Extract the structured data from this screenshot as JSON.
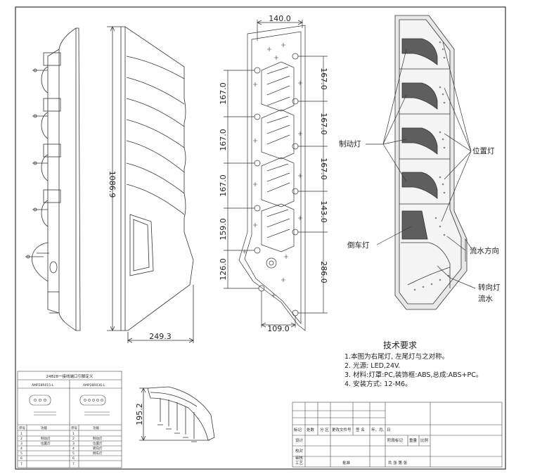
{
  "dimensions": {
    "total_height": "1086.9",
    "base_width": "249.3",
    "top_width": "140.0",
    "bottom_width": "109.0",
    "pitch": "167.0",
    "left_pitch_1": "167.0",
    "left_pitch_2": "167.0",
    "left_pitch_3": "167.0",
    "left_lower_1": "159.0",
    "left_lower_2": "126.0",
    "right_pitch_1": "167.0",
    "right_pitch_2": "167.0",
    "right_pitch_3": "167.0",
    "right_lower_1": "143.0",
    "right_lower_2": "286.0",
    "side_height": "195.2"
  },
  "callouts": {
    "brake": "制动灯",
    "position": "位置灯",
    "reverse": "倒车灯",
    "flow_direction": "流水方向",
    "turn_line1": "转向灯",
    "turn_line2": "流水"
  },
  "requirements": {
    "title": "技术要求",
    "items": [
      "1.本图为右尾灯, 左尾灯与之对称。",
      "2. 光源: LED,24V.",
      "3. 材料:灯罩:PC,装饰框:ABS,总成:ABS+PC。",
      "4. 安装方式: 12-M6。"
    ]
  },
  "connector_table": {
    "title": "24828一接线端口引脚定义",
    "left_part": "AMP28R015-L",
    "right_part": "AMP28R036-L",
    "header_no": "序号",
    "header_func": "功能",
    "left_rows": [
      "1",
      "2",
      "3",
      "4",
      "5",
      "6",
      "7"
    ],
    "left_funcs": [
      "",
      "制动灯",
      "位置灯",
      "",
      "",
      "",
      ""
    ],
    "right_rows": [
      "1",
      "2",
      "3",
      "4",
      "5",
      "6",
      "7"
    ],
    "right_funcs": [
      "",
      "制动灯",
      "位置灯",
      "转向灯",
      "倒车灯",
      "",
      ""
    ]
  },
  "title_block": {
    "row1": [
      "标记",
      "处数",
      "分 区",
      "更改文件号",
      "签 名",
      "年、月、日"
    ],
    "row2": [
      "设计",
      "",
      "",
      "",
      "阶段标记",
      "重量",
      "比例"
    ],
    "row3": [
      "校对"
    ],
    "row4": [
      "审核"
    ],
    "row5": [
      "工艺",
      "",
      "批准",
      "共 张 第 张"
    ]
  },
  "colors": {
    "line": "#333333",
    "fill_light": "#f2f2f2",
    "fill_dark": "#6a6a6a"
  }
}
